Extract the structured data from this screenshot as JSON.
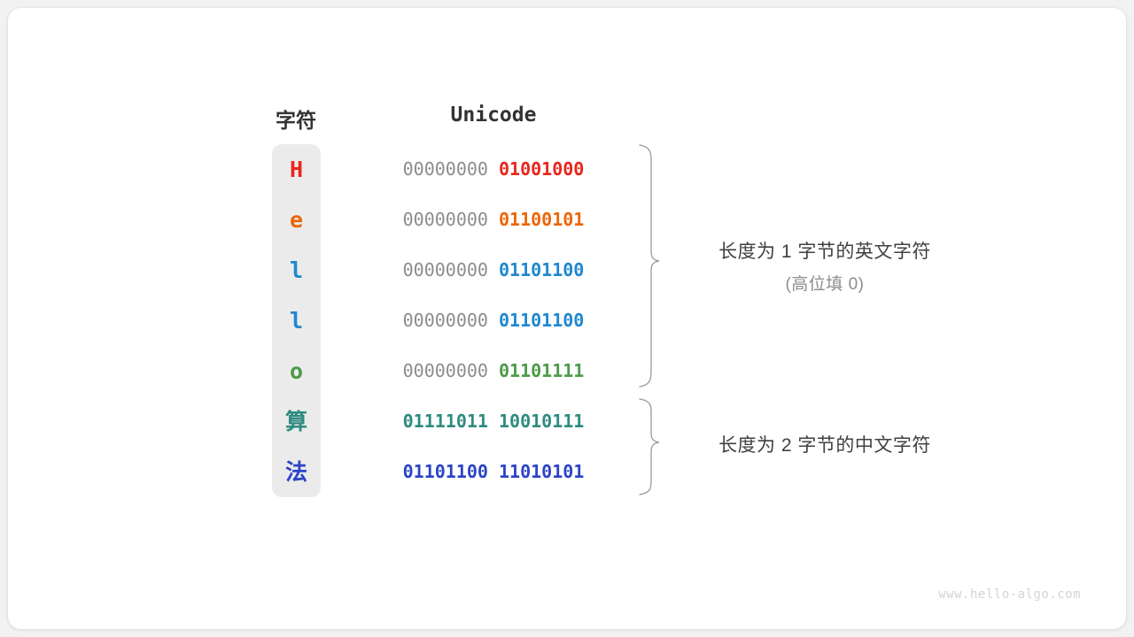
{
  "canvas": {
    "background": "#f2f2f2",
    "card_background": "#ffffff"
  },
  "headers": {
    "character": "字符",
    "encoding": "Unicode"
  },
  "palette": {
    "red": "#e8261c",
    "orange": "#ec6608",
    "blue": "#1f88ce",
    "green": "#4a9b47",
    "teal": "#2e8b7f",
    "royal_blue": "#2b44c7",
    "gray_byte": "#8c8c8c",
    "pill": "#ebebeb",
    "brace": "#9a9a9a",
    "text": "#404040",
    "watermark": "#d4d4d4"
  },
  "rows": [
    {
      "char": "H",
      "color": "#e8261c",
      "high_byte": "00000000",
      "low_byte": "01001000",
      "high_bold": false
    },
    {
      "char": "e",
      "color": "#ec6608",
      "high_byte": "00000000",
      "low_byte": "01100101",
      "high_bold": false
    },
    {
      "char": "l",
      "color": "#1f88ce",
      "high_byte": "00000000",
      "low_byte": "01101100",
      "high_bold": false
    },
    {
      "char": "l",
      "color": "#1f88ce",
      "high_byte": "00000000",
      "low_byte": "01101100",
      "high_bold": false
    },
    {
      "char": "o",
      "color": "#4a9b47",
      "high_byte": "00000000",
      "low_byte": "01101111",
      "high_bold": false
    },
    {
      "char": "算",
      "color": "#2e8b7f",
      "high_byte": "01111011",
      "low_byte": "10010111",
      "high_bold": true
    },
    {
      "char": "法",
      "color": "#2b44c7",
      "high_byte": "01101100",
      "low_byte": "11010101",
      "high_bold": true
    }
  ],
  "annotations": {
    "ascii": {
      "line1": "长度为 1 字节的英文字符",
      "line2": "(高位填 0)"
    },
    "cjk": {
      "line1": "长度为 2 字节的中文字符",
      "line2": ""
    }
  },
  "watermark": "www.hello-algo.com"
}
